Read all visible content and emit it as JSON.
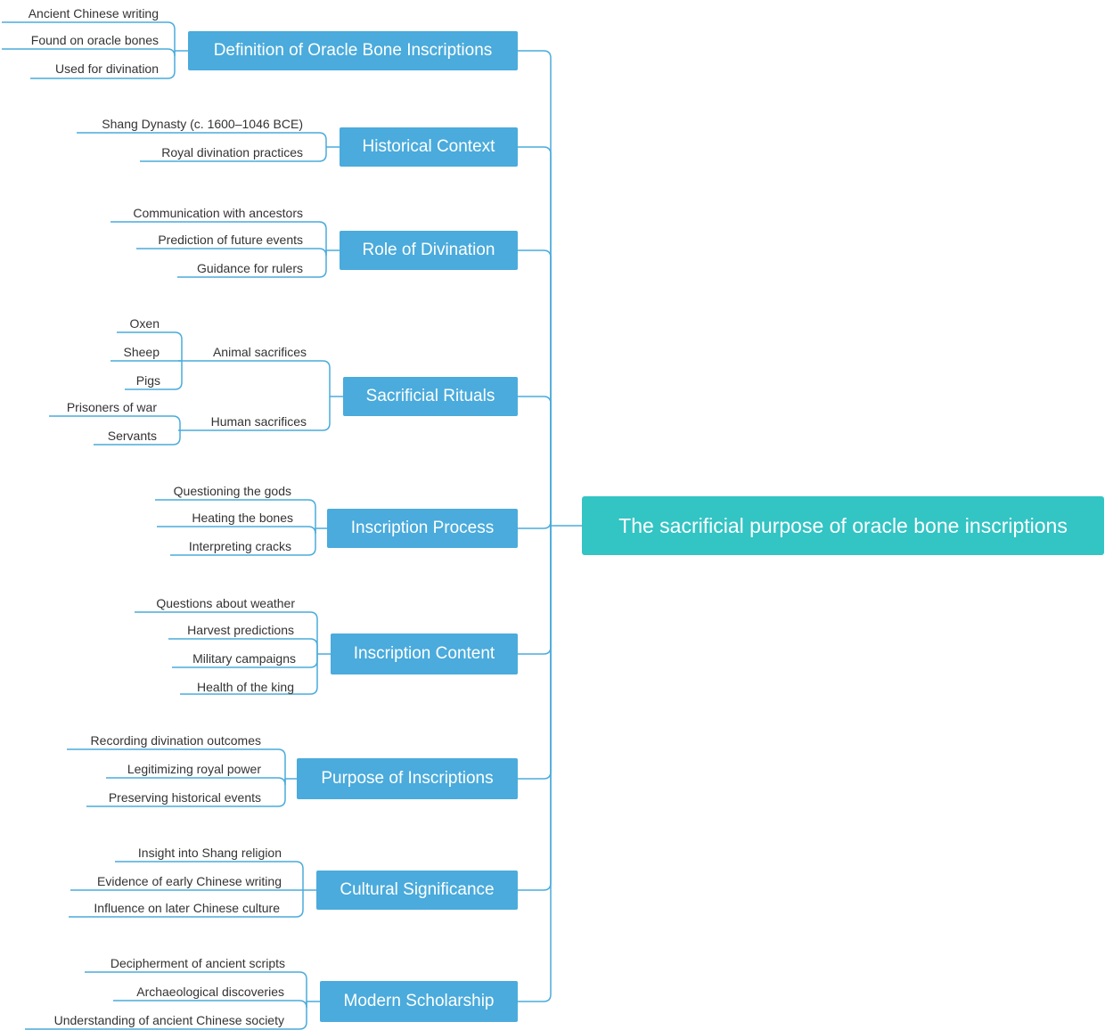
{
  "colors": {
    "root": "#33c4c4",
    "branch": "#4aabdc",
    "line": "#4aabdc",
    "leaf_text": "#333333"
  },
  "root": {
    "label": "The sacrificial purpose of oracle bone inscriptions"
  },
  "branches": [
    {
      "label": "Definition of Oracle Bone Inscriptions",
      "children": [
        {
          "label": "Ancient Chinese writing"
        },
        {
          "label": "Found on oracle bones"
        },
        {
          "label": "Used for divination"
        }
      ]
    },
    {
      "label": "Historical Context",
      "children": [
        {
          "label": "Shang Dynasty (c. 1600–1046 BCE)"
        },
        {
          "label": "Royal divination practices"
        }
      ]
    },
    {
      "label": "Role of Divination",
      "children": [
        {
          "label": "Communication with ancestors"
        },
        {
          "label": "Prediction of future events"
        },
        {
          "label": "Guidance for rulers"
        }
      ]
    },
    {
      "label": "Sacrificial Rituals",
      "children": [
        {
          "label": "Animal sacrifices",
          "children": [
            {
              "label": "Oxen"
            },
            {
              "label": "Sheep"
            },
            {
              "label": "Pigs"
            }
          ]
        },
        {
          "label": "Human sacrifices",
          "children": [
            {
              "label": "Prisoners of war"
            },
            {
              "label": "Servants"
            }
          ]
        }
      ]
    },
    {
      "label": "Inscription Process",
      "children": [
        {
          "label": "Questioning the gods"
        },
        {
          "label": "Heating the bones"
        },
        {
          "label": "Interpreting cracks"
        }
      ]
    },
    {
      "label": "Inscription Content",
      "children": [
        {
          "label": "Questions about weather"
        },
        {
          "label": "Harvest predictions"
        },
        {
          "label": "Military campaigns"
        },
        {
          "label": "Health of the king"
        }
      ]
    },
    {
      "label": "Purpose of Inscriptions",
      "children": [
        {
          "label": "Recording divination outcomes"
        },
        {
          "label": "Legitimizing royal power"
        },
        {
          "label": "Preserving historical events"
        }
      ]
    },
    {
      "label": "Cultural Significance",
      "children": [
        {
          "label": "Insight into Shang religion"
        },
        {
          "label": "Evidence of early Chinese writing"
        },
        {
          "label": "Influence on later Chinese culture"
        }
      ]
    },
    {
      "label": "Modern Scholarship",
      "children": [
        {
          "label": "Decipherment of ancient scripts"
        },
        {
          "label": "Archaeological discoveries"
        },
        {
          "label": "Understanding of ancient Chinese society"
        }
      ]
    }
  ]
}
